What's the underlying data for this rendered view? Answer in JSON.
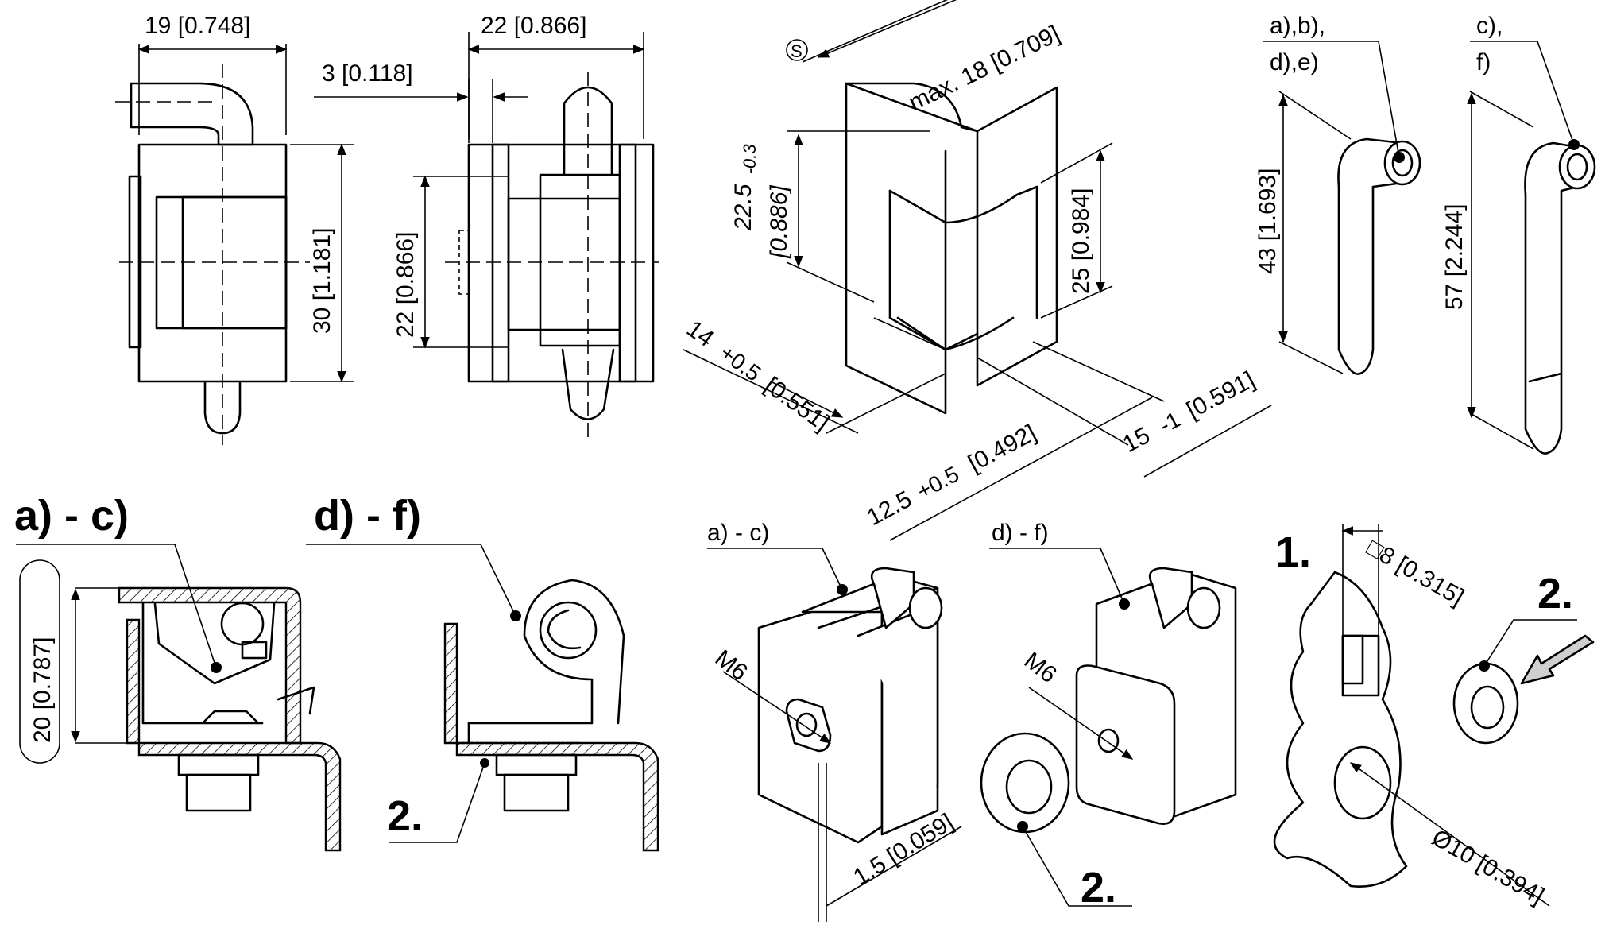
{
  "dimensions": {
    "front_width": "19 [0.748]",
    "side_width": "22 [0.866]",
    "gap": "3 [0.118]",
    "front_height": "30 [1.181]",
    "side_height": "22 [0.866]",
    "iso_depth": "max. 18 [0.709]",
    "iso_height_value": "22.5",
    "iso_height_tol": "-0.3",
    "iso_height_inch": "[0.886]",
    "iso_body_height": "25 [0.984]",
    "iso_width_value": "14",
    "iso_width_tol": "+0.5",
    "iso_width_inch": "[0.551]",
    "iso_offset_value": "12.5",
    "iso_offset_tol": "+0.5",
    "iso_offset_inch": "[0.492]",
    "iso_leaf_value": "15",
    "iso_leaf_tol": "-1",
    "iso_leaf_inch": "[0.591]",
    "pin_short": "43 [1.693]",
    "pin_long": "57 [2.244]",
    "section_height": "20 [0.787]",
    "sheet_thickness": "1.5 [0.059]",
    "square_hole": "□8 [0.315]",
    "round_hole": "Ø10 [0.394]",
    "thread": "M6"
  },
  "symbols": {
    "s_mark": "S"
  },
  "labels": {
    "pin_short_variants_line1": "a),b),",
    "pin_short_variants_line2": "d),e)",
    "pin_long_variants_line1": "c),",
    "pin_long_variants_line2": "f)",
    "section_ac": "a) - c)",
    "section_df": "d) - f)",
    "step_two": "2.",
    "iso_ac": "a) - c)",
    "iso_df": "d) - f)",
    "step_one": "1."
  }
}
